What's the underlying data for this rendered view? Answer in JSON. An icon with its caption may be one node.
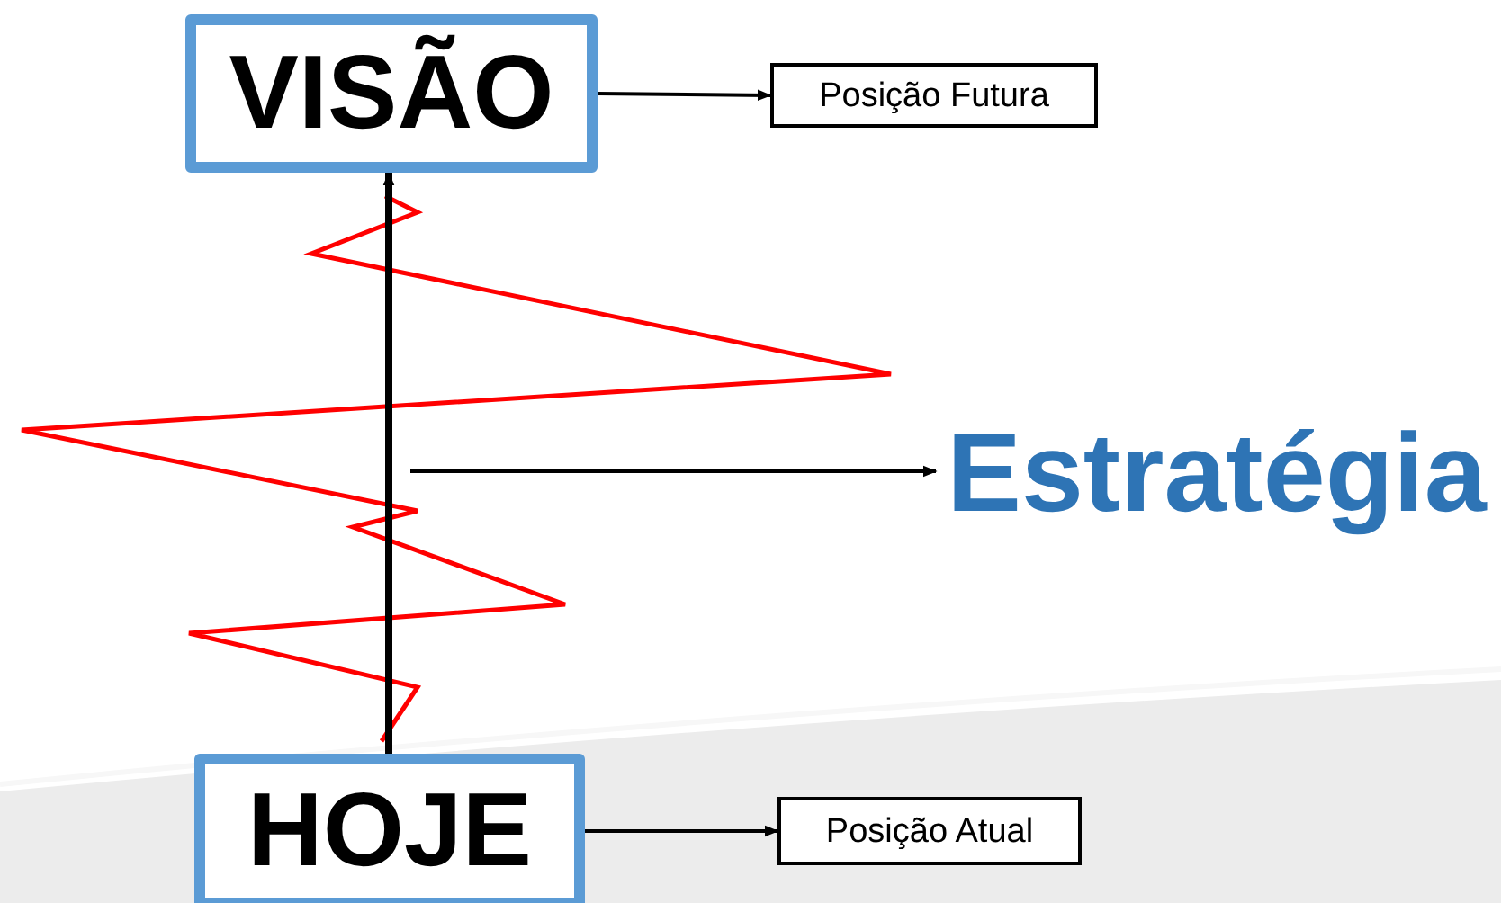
{
  "diagram": {
    "nodes": [
      {
        "text": [
          "VISÃO"
        ]
      },
      {
        "text": [
          "Posição Futura"
        ]
      },
      {
        "text": [
          "HOJE"
        ]
      },
      {
        "text": [
          "Posição Atual"
        ]
      },
      {
        "text": [
          "Estratégia"
        ]
      }
    ],
    "edges": [
      {
        "from": 0,
        "to": 1,
        "arrow": "to"
      },
      {
        "from": 2,
        "to": 3,
        "arrow": "to"
      },
      {
        "from": 2,
        "to": 0,
        "arrow": "to",
        "style": "thick"
      },
      {
        "from": null,
        "to": 4,
        "arrow": "to"
      }
    ]
  }
}
